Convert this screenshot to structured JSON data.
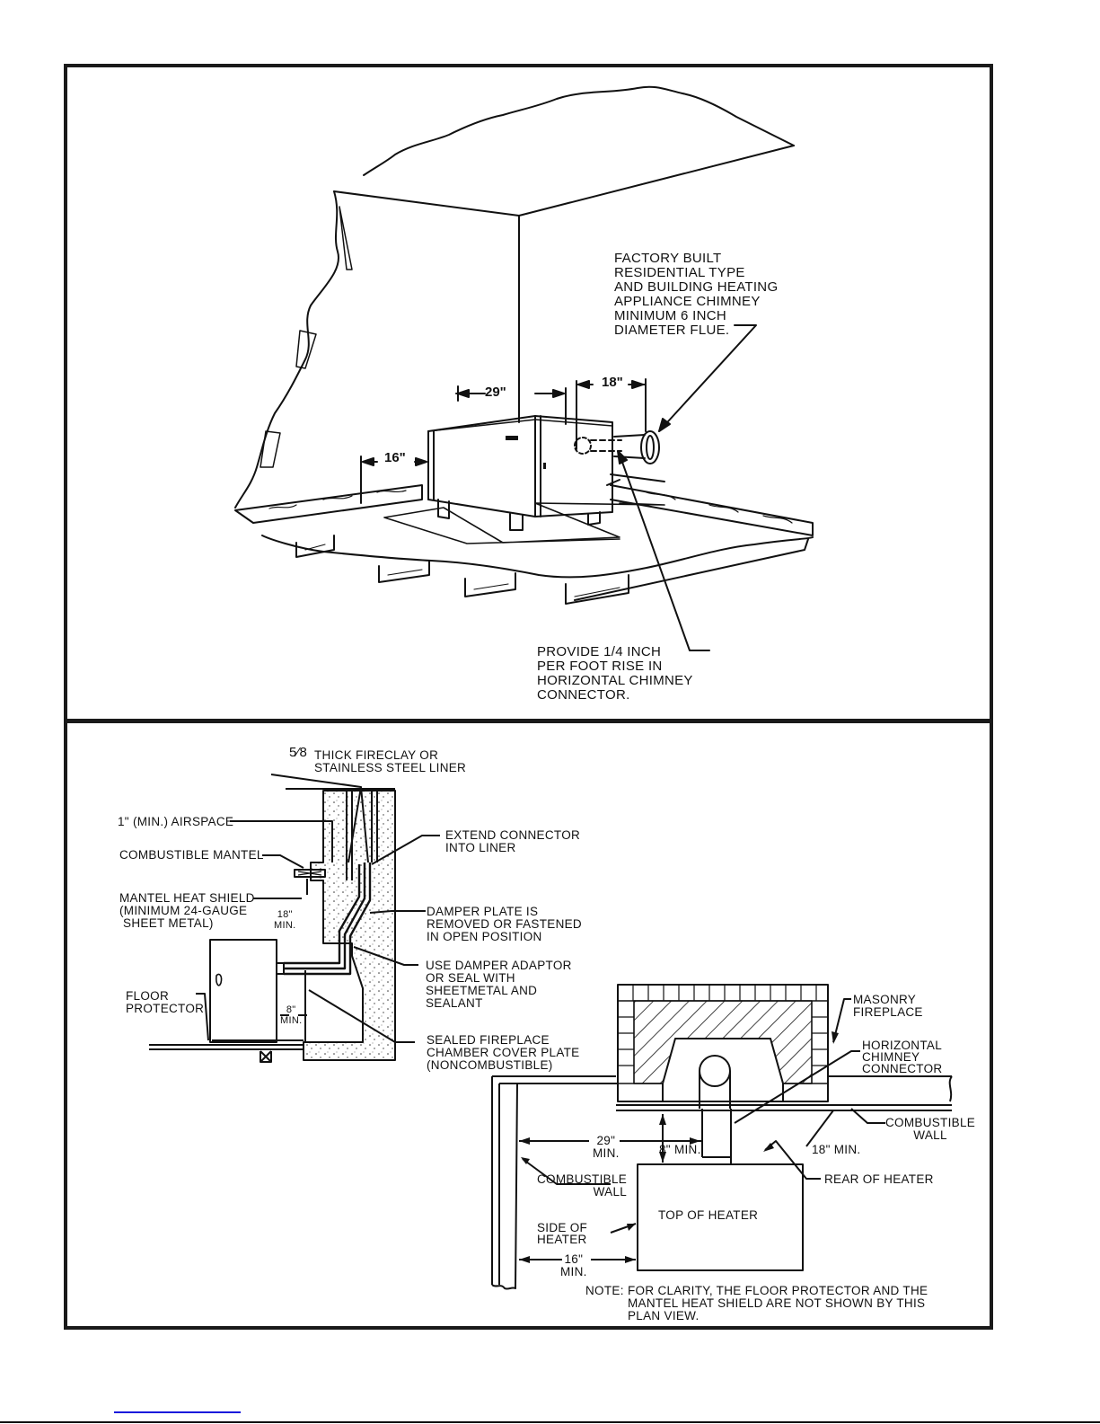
{
  "document": {
    "type": "installation diagram page",
    "top_panel": {
      "title": "Heater vented into factory built chimney (perspective)",
      "dimensions": {
        "side_clearance": "16\"",
        "front_span": "29\"",
        "rear_to_wall": "18\""
      },
      "callouts": {
        "chimney": "FACTORY BUILT\nRESIDENTIAL TYPE\nAND BUILDING HEATING\nAPPLIANCE CHIMNEY\nMINIMUM 6 INCH\nDIAMETER FLUE.",
        "connector_rise": "PROVIDE 1/4 INCH\nPER FOOT RISE IN\nHORIZONTAL CHIMNEY\nCONNECTOR."
      }
    },
    "section_view": {
      "callouts": {
        "liner": "5/8\" THICK FIRECLAY OR\nSTAINLESS STEEL LINER",
        "liner_fraction": "5⁄​8",
        "liner_text": "THICK FIRECLAY OR\nSTAINLESS STEEL LINER",
        "airspace": "1\" (MIN.) AIRSPACE",
        "mantel": "COMBUSTIBLE MANTEL",
        "heat_shield": "MANTEL HEAT SHIELD\n(MINIMUM 24-GAUGE\n SHEET METAL)",
        "floor_protector": "FLOOR\nPROTECTOR",
        "extend_connector": "EXTEND CONNECTOR\nINTO LINER",
        "damper_plate": "DAMPER PLATE IS\nREMOVED OR FASTENED\nIN OPEN POSITION",
        "damper_adaptor": "USE DAMPER ADAPTOR\nOR SEAL WITH\nSHEETMETAL AND\nSEALANT",
        "cover_plate": "SEALED FIREPLACE\nCHAMBER COVER PLATE\n(NONCOMBUSTIBLE)"
      },
      "dimensions": {
        "mantel_clearance": "18\"\nMIN.",
        "front_clearance": "8\"\nMIN."
      }
    },
    "plan_view": {
      "callouts": {
        "masonry_fireplace": "MASONRY\nFIREPLACE",
        "horizontal_connector": "HORIZONTAL\nCHIMNEY\nCONNECTOR",
        "combustible_wall_right": "COMBUSTIBLE\nWALL",
        "combustible_wall_left": "COMBUSTIBLE\nWALL",
        "rear_of_heater": "REAR OF HEATER",
        "top_of_heater": "TOP OF HEATER",
        "side_of_heater": "SIDE OF\nHEATER"
      },
      "dimensions": {
        "side_wall": "29\"\nMIN.",
        "to_fireplace": "8\" MIN.",
        "rear_wall": "18\" MIN.",
        "left_wall": "16\"\nMIN."
      },
      "note_label": "NOTE:",
      "note": "FOR CLARITY, THE FLOOR PROTECTOR AND THE\nMANTEL HEAT SHIELD ARE NOT SHOWN BY THIS\nPLAN VIEW."
    }
  },
  "colors": {
    "ink": "#111111",
    "paper": "#ffffff",
    "link": "#1a1adc"
  }
}
